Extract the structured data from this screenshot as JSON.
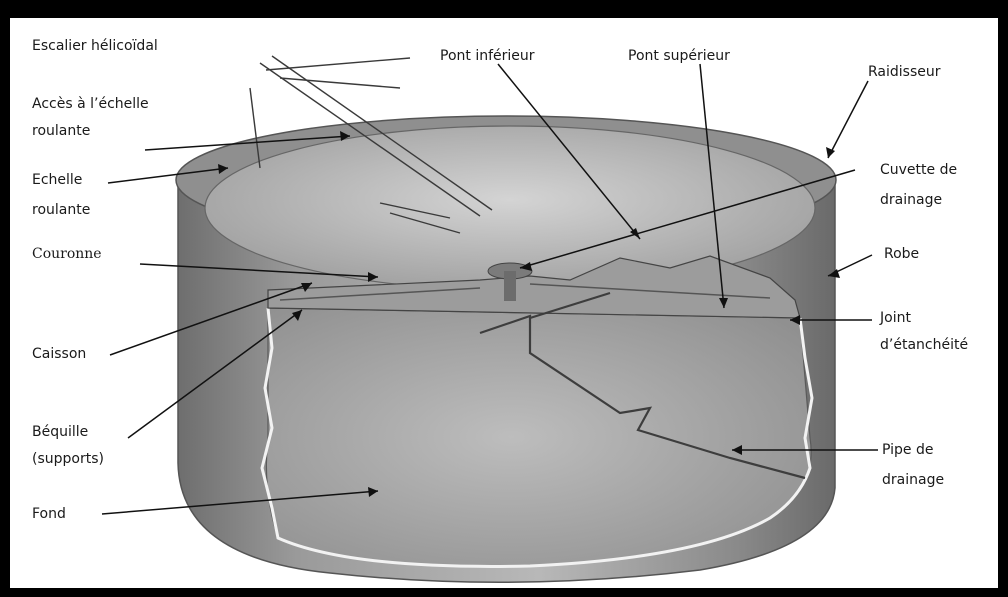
{
  "labels": {
    "escalier": "Escalier hélicoïdal",
    "acces_line1": "Accès à l’échelle",
    "acces_line2": "roulante",
    "echelle_line1": "Echelle",
    "echelle_line2": "roulante",
    "couronne": "Couronne",
    "caisson": "Caisson",
    "bequille_line1": "Béquille",
    "bequille_line2": "(supports)",
    "fond": "Fond",
    "pont_inferieur": "Pont inférieur",
    "pont_superieur": "Pont supérieur",
    "raidisseur": "Raidisseur",
    "cuvette_line1": "Cuvette de",
    "cuvette_line2": "drainage",
    "robe": "Robe",
    "joint_line1": "Joint",
    "joint_line2": "d’étanchéité",
    "pipe_line1": "Pipe de",
    "pipe_line2": "drainage"
  },
  "colors": {
    "frame": "#000000",
    "background": "#ffffff",
    "tank_shell": "#8c8c8c",
    "roof": "#bdbdbd",
    "floor": "#a9a9a9",
    "leader_line": "#111111"
  }
}
